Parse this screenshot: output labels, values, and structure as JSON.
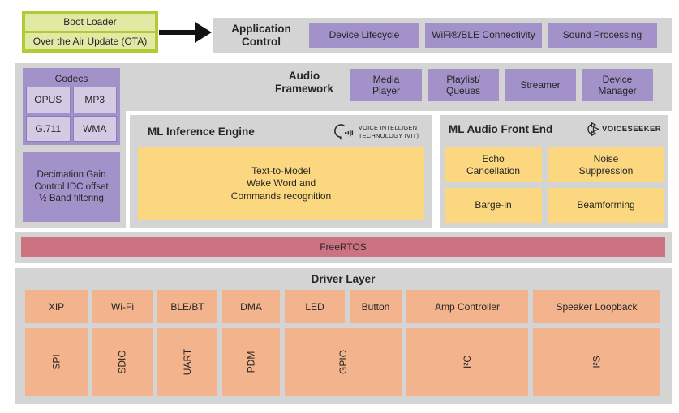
{
  "boot": {
    "boxes": [
      "Boot Loader",
      "Over the Air Update (OTA)"
    ]
  },
  "app_control": {
    "title": "Application\nControl",
    "modules": [
      "Device Lifecycle",
      "WiFi®/BLE Connectivity",
      "Sound Processing"
    ]
  },
  "audio_framework": {
    "title": "Audio\nFramework",
    "modules": [
      "Media\nPlayer",
      "Playlist/\nQueues",
      "Streamer",
      "Device\nManager"
    ]
  },
  "codecs": {
    "title": "Codecs",
    "items": [
      "OPUS",
      "MP3",
      "G.711",
      "WMA"
    ]
  },
  "dsp_box": {
    "label": "Decimation Gain\nControl IDC offset\n½ Band filtering"
  },
  "ml_inference": {
    "title": "ML Inference Engine",
    "vit_label": "VOICE INTELLIGENT\nTECHNOLOGY (VIT)",
    "box": "Text-to-Model\nWake Word and\nCommands recognition"
  },
  "ml_audio_front_end": {
    "title": "ML Audio Front End",
    "brand": "VOICESEEKER",
    "boxes": [
      "Echo\nCancellation",
      "Noise\nSuppression",
      "Barge-in",
      "Beamforming"
    ]
  },
  "rtos": {
    "label": "FreeRTOS"
  },
  "driver_layer": {
    "title": "Driver Layer",
    "functions": [
      "XIP",
      "Wi-Fi",
      "BLE/BT",
      "DMA",
      "LED",
      "Button",
      "Amp Controller",
      "Speaker Loopback"
    ],
    "peripherals": [
      "SPI",
      "SDIO",
      "UART",
      "PDM",
      "GPIO",
      "I²C",
      "I²S"
    ]
  },
  "colors": {
    "green": "#b3ca35",
    "green_light": "#e1eaa5",
    "gray": "#d4d4d5",
    "purple": "#a292c9",
    "purple_light": "#d4cae4",
    "yellow": "#fbd87f",
    "pink": "#cb7381",
    "orange": "#f3b38c"
  }
}
